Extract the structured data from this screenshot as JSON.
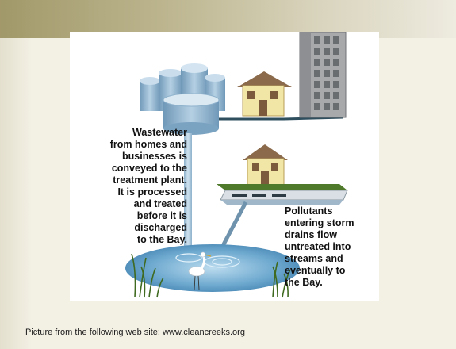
{
  "diagram": {
    "left_caption": "Wastewater from homes and businesses is conveyed to the treatment plant. It is processed and treated before it is discharged to the Bay.",
    "left_caption_lines": [
      "Wastewater",
      "from homes and",
      "businesses is",
      "conveyed to the",
      "treatment plant.",
      "It is processed",
      "and treated",
      "before it is",
      "discharged",
      "to the Bay."
    ],
    "right_caption_lines": [
      "Pollutants",
      "entering storm",
      "drains flow",
      "untreated into",
      "streams and",
      "eventually to",
      "the Bay."
    ],
    "colors": {
      "tank_blue": "#8fb4cf",
      "pipe_blue": "#a9c8de",
      "water_blue": "#6ea9cf",
      "house_wall": "#f2e6a6",
      "roof_brown": "#8a6a4a",
      "building_gray": "#a7a9ab",
      "grass_green": "#4f7a2b"
    },
    "icons": [
      "treatment-plant-tanks-icon",
      "house-icon",
      "office-building-icon",
      "storm-drain-icon",
      "bay-water-icon",
      "egret-icon",
      "reeds-icon"
    ]
  },
  "footer": {
    "credit": "Picture from the following web site: www.cleancreeks.org"
  }
}
